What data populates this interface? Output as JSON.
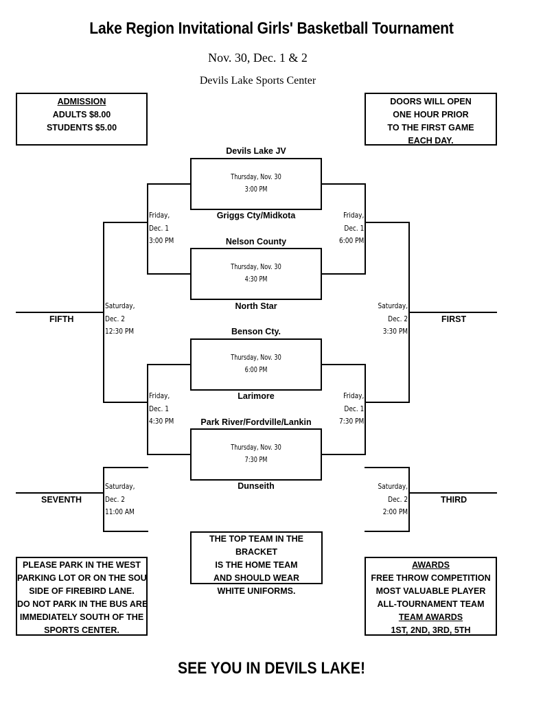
{
  "header": {
    "title": "Lake Region Invitational Girls' Basketball Tournament",
    "dates": "Nov. 30, Dec. 1 & 2",
    "venue": "Devils Lake Sports Center"
  },
  "admission": {
    "heading": "ADMISSION",
    "adults": "ADULTS $8.00",
    "students": "STUDENTS $5.00"
  },
  "doors": {
    "line1": "DOORS WILL OPEN",
    "line2": "ONE HOUR PRIOR",
    "line3": "TO THE FIRST GAME",
    "line4": "EACH DAY."
  },
  "games": [
    {
      "top_team": "Devils Lake JV",
      "day": "Thursday, Nov. 30",
      "time": "3:00 PM",
      "bottom_team": "Griggs Cty/Midkota"
    },
    {
      "top_team": "Nelson County",
      "day": "Thursday, Nov. 30",
      "time": "4:30 PM",
      "bottom_team": "North Star"
    },
    {
      "top_team": "Benson Cty.",
      "day": "Thursday, Nov. 30",
      "time": "6:00 PM",
      "bottom_team": "Larimore"
    },
    {
      "top_team": "Park River/Fordville/Lankin",
      "day": "Thursday, Nov. 30",
      "time": "7:30 PM",
      "bottom_team": "Dunseith"
    }
  ],
  "friday_left_top": {
    "day": "Friday,",
    "date": "Dec. 1",
    "time": "3:00 PM"
  },
  "friday_left_bottom": {
    "day": "Friday,",
    "date": "Dec. 1",
    "time": "4:30 PM"
  },
  "friday_right_top": {
    "day": "Friday,",
    "date": "Dec. 1",
    "time": "6:00 PM"
  },
  "friday_right_bottom": {
    "day": "Friday,",
    "date": "Dec. 1",
    "time": "7:30 PM"
  },
  "saturday_fifth": {
    "day": "Saturday,",
    "date": "Dec. 2",
    "time": "12:30 PM",
    "place": "FIFTH"
  },
  "saturday_first": {
    "day": "Saturday,",
    "date": "Dec. 2",
    "time": "3:30 PM",
    "place": "FIRST"
  },
  "saturday_seventh": {
    "day": "Saturday,",
    "date": "Dec. 2",
    "time": "11:00 AM",
    "place": "SEVENTH"
  },
  "saturday_third": {
    "day": "Saturday,",
    "date": "Dec. 2",
    "time": "2:00 PM",
    "place": "THIRD"
  },
  "home_team_note": {
    "line1": "THE TOP TEAM IN THE BRACKET",
    "line2": "IS THE HOME TEAM",
    "line3": "AND SHOULD WEAR",
    "line4": "WHITE UNIFORMS."
  },
  "parking": {
    "line1": "PLEASE PARK IN THE WEST",
    "line2": "PARKING LOT OR ON THE SOUTH",
    "line3": "SIDE OF FIREBIRD LANE.",
    "line4": "DO NOT PARK IN THE BUS AREA",
    "line5": "IMMEDIATELY SOUTH OF THE",
    "line6": "SPORTS CENTER."
  },
  "awards": {
    "heading": "AWARDS",
    "line1": "FREE THROW COMPETITION",
    "line2": "MOST VALUABLE PLAYER",
    "line3": "ALL-TOURNAMENT TEAM",
    "team_heading": "TEAM AWARDS",
    "team_line": "1ST, 2ND, 3RD, 5TH"
  },
  "footer": "SEE YOU IN DEVILS LAKE!"
}
